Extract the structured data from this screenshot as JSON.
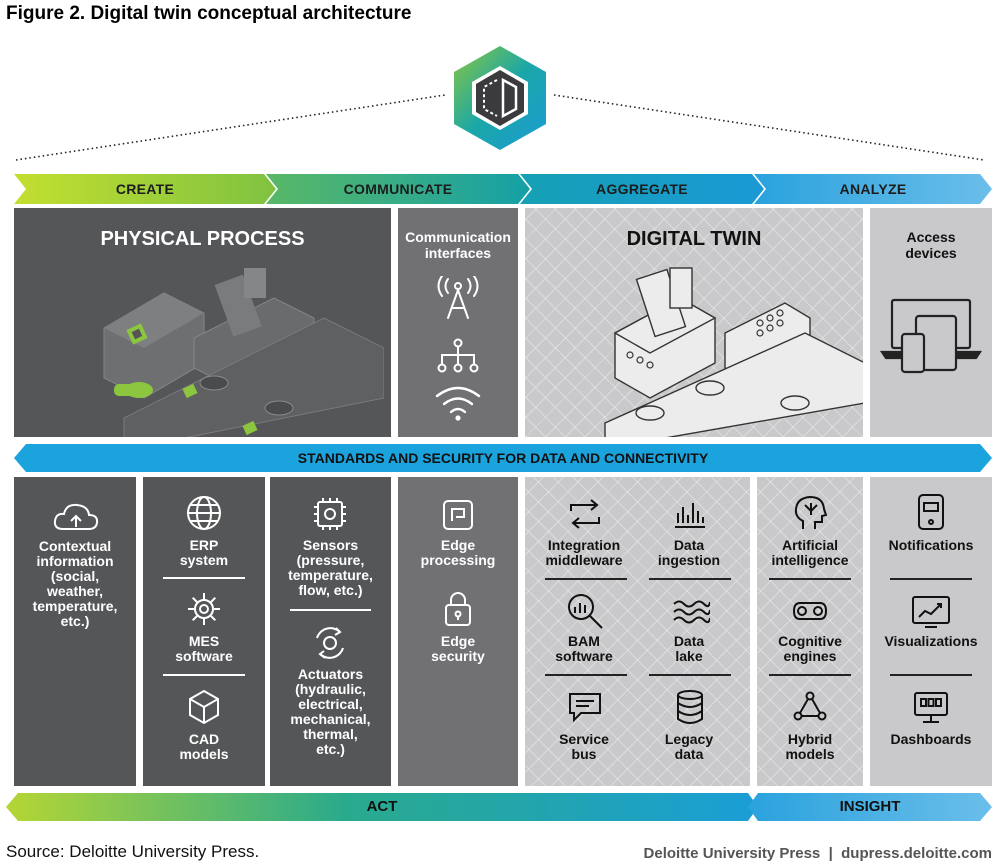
{
  "figure_title": "Figure 2. Digital twin conceptual architecture",
  "phases": [
    "CREATE",
    "COMMUNICATE",
    "AGGREGATE",
    "ANALYZE"
  ],
  "top_panels": {
    "physical_process": "PHYSICAL PROCESS",
    "communication_interfaces": "Communication\ninterfaces",
    "digital_twin": "DIGITAL TWIN",
    "access_devices": "Access\ndevices"
  },
  "banner": "STANDARDS AND SECURITY FOR DATA AND CONNECTIVITY",
  "columns": {
    "contextual": "Contextual\ninformation\n(social,\nweather,\ntemperature,\netc.)",
    "erp": "ERP\nsystem",
    "mes": "MES\nsoftware",
    "cad": "CAD\nmodels",
    "sensors": "Sensors\n(pressure,\ntemperature,\nflow, etc.)",
    "actuators": "Actuators\n(hydraulic,\nelectrical,\nmechanical,\nthermal,\netc.)",
    "edge_processing": "Edge\nprocessing",
    "edge_security": "Edge\nsecurity",
    "integration": "Integration\nmiddleware",
    "data_ingestion": "Data\ningestion",
    "bam": "BAM\nsoftware",
    "data_lake": "Data\nlake",
    "service_bus": "Service\nbus",
    "legacy_data": "Legacy\ndata",
    "ai": "Artificial\nintelligence",
    "cognitive": "Cognitive\nengines",
    "hybrid": "Hybrid\nmodels",
    "notifications": "Notifications",
    "visualizations": "Visualizations",
    "dashboards": "Dashboards"
  },
  "bottom_bars": {
    "act": "ACT",
    "insight": "INSIGHT"
  },
  "source": "Source: Deloitte University Press.",
  "credit": "Deloitte University Press  |  dupress.deloitte.com",
  "colors": {
    "green": "#8cc63f",
    "teal": "#1aa7a7",
    "blue": "#1c9ad6",
    "light_blue": "#56b4e9",
    "dark_panel": "#555658",
    "light_panel": "#c9c9cb"
  }
}
